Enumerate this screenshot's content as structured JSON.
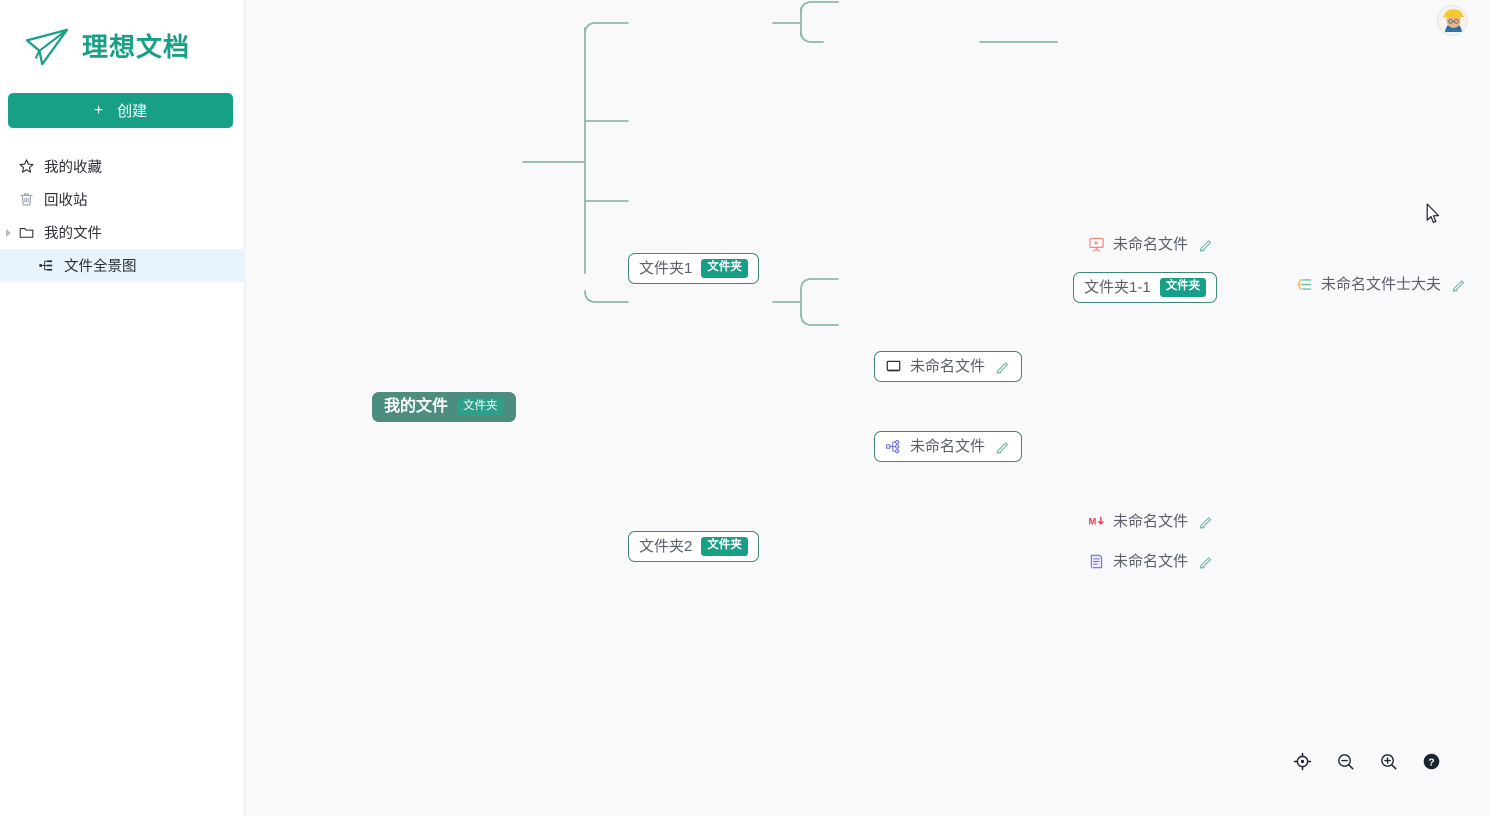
{
  "sidebar": {
    "brand": {
      "name": "理想文档",
      "logo_icon": "paper-plane-icon"
    },
    "create_button": {
      "label": "创建",
      "plus": "+"
    },
    "items": [
      {
        "label": "我的收藏",
        "icon": "star-icon",
        "selected": false
      },
      {
        "label": "回收站",
        "icon": "trash-icon",
        "selected": false
      },
      {
        "label": "我的文件",
        "icon": "folder-icon",
        "selected": false,
        "caret": true
      },
      {
        "label": "文件全景图",
        "icon": "sitemap-icon",
        "selected": true
      }
    ]
  },
  "header": {
    "avatar_alt": "user-avatar"
  },
  "mindmap": {
    "root": {
      "label": "我的文件",
      "badge": "文件夹",
      "type": "folder"
    },
    "nodes": [
      {
        "id": "folder1",
        "label": "文件夹1",
        "badge": "文件夹",
        "type": "folder",
        "icon": "none"
      },
      {
        "id": "ppt1",
        "label": "未命名文件",
        "badge": "",
        "type": "presentation",
        "icon": "presentation-icon"
      },
      {
        "id": "folder1-1",
        "label": "文件夹1-1",
        "badge": "文件夹",
        "type": "folder",
        "icon": "none"
      },
      {
        "id": "doc-outline",
        "label": "未命名文件士大夫",
        "badge": "",
        "type": "outline",
        "icon": "outline-icon"
      },
      {
        "id": "whiteboard",
        "label": "未命名文件",
        "badge": "",
        "type": "whiteboard",
        "icon": "whiteboard-icon"
      },
      {
        "id": "mindmapdoc",
        "label": "未命名文件",
        "badge": "",
        "type": "mindmap",
        "icon": "mindmap-icon"
      },
      {
        "id": "folder2",
        "label": "文件夹2",
        "badge": "文件夹",
        "type": "folder",
        "icon": "none"
      },
      {
        "id": "markdown",
        "label": "未命名文件",
        "badge": "",
        "type": "markdown",
        "icon": "markdown-icon"
      },
      {
        "id": "document",
        "label": "未命名文件",
        "badge": "",
        "type": "document",
        "icon": "document-icon"
      }
    ],
    "edit_icon": "pencil-icon"
  },
  "toolbar": {
    "items": [
      {
        "name": "fit-view-button",
        "icon": "crosshair-icon"
      },
      {
        "name": "zoom-out-button",
        "icon": "minus-magnifier-icon"
      },
      {
        "name": "zoom-in-button",
        "icon": "plus-magnifier-icon"
      },
      {
        "name": "help-button",
        "icon": "question-circle-icon"
      }
    ]
  },
  "colors": {
    "brand": "#17a086",
    "root_node": "#4d8d80",
    "node_border": "#3f8878",
    "connector": "#8fb8ae",
    "selected_nav": "#e8f3fd",
    "canvas_bg": "#f9f9fb"
  }
}
